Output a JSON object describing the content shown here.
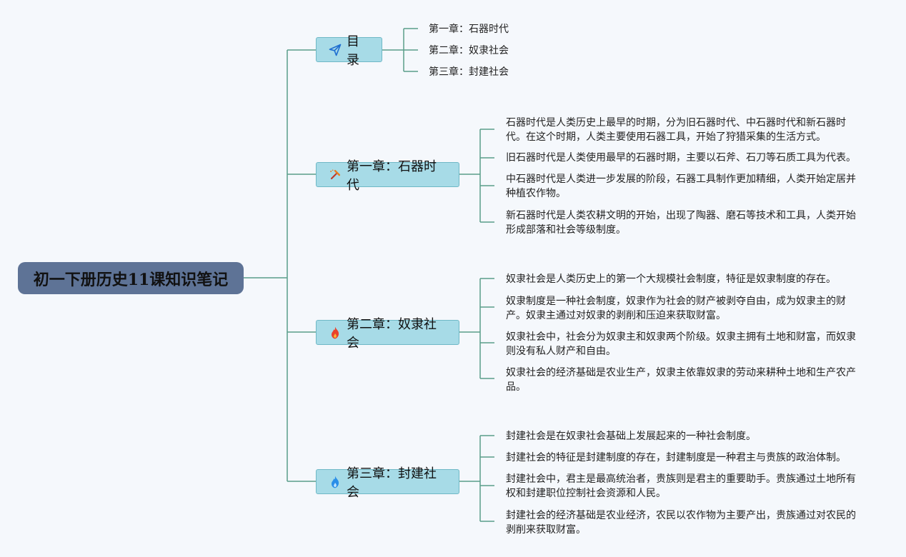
{
  "root": {
    "title": "初一下册历史11课知识笔记"
  },
  "toc": {
    "label": "目录",
    "icon": "paper-plane-icon",
    "items": [
      "第一章：石器时代",
      "第二章：奴隶社会",
      "第三章：封建社会"
    ]
  },
  "chapters": [
    {
      "label": "第一章：石器时代",
      "icon": "hammer-icon",
      "notes": [
        "石器时代是人类历史上最早的时期，分为旧石器时代、中石器时代和新石器时代。在这个时期，人类主要使用石器工具，开始了狩猎采集的生活方式。",
        "旧石器时代是人类使用最早的石器时期，主要以石斧、石刀等石质工具为代表。",
        "中石器时代是人类进一步发展的阶段，石器工具制作更加精细，人类开始定居并种植农作物。",
        "新石器时代是人类农耕文明的开始，出现了陶器、磨石等技术和工具，人类开始形成部落和社会等级制度。"
      ]
    },
    {
      "label": "第二章：奴隶社会",
      "icon": "fire-icon",
      "notes": [
        "奴隶社会是人类历史上的第一个大规模社会制度，特征是奴隶制度的存在。",
        "奴隶制度是一种社会制度，奴隶作为社会的财产被剥夺自由，成为奴隶主的财产。奴隶主通过对奴隶的剥削和压迫来获取财富。",
        "奴隶社会中，社会分为奴隶主和奴隶两个阶级。奴隶主拥有土地和财富，而奴隶则没有私人财产和自由。",
        "奴隶社会的经济基础是农业生产，奴隶主依靠奴隶的劳动来耕种土地和生产农产品。"
      ]
    },
    {
      "label": "第三章：封建社会",
      "icon": "blue-flame-icon",
      "notes": [
        "封建社会是在奴隶社会基础上发展起来的一种社会制度。",
        "封建社会的特征是封建制度的存在，封建制度是一种君主与贵族的政治体制。",
        "封建社会中，君主是最高统治者，贵族则是君主的重要助手。贵族通过土地所有权和封建职位控制社会资源和人民。",
        "封建社会的经济基础是农业经济，农民以农作物为主要产出，贵族通过对农民的剥削来获取财富。"
      ]
    }
  ],
  "colors": {
    "root_bg": "#5e7396",
    "branch_bg": "#a7dbe7",
    "branch_border": "#6fb8c6",
    "connector": "#5a9e8a"
  }
}
